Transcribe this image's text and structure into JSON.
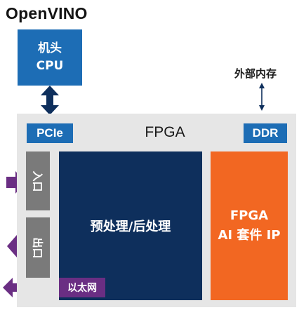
{
  "logo": "OpenVINO",
  "host": {
    "line1": "机头",
    "line2": "CPU"
  },
  "external_memory": "外部内存",
  "fpga": {
    "title": "FPGA",
    "pcie": "PCIe",
    "ddr": "DDR",
    "port_in": "入口",
    "port_out": "出口",
    "preprocess": "预处理/后处理",
    "ai_ip": {
      "line1": "FPGA",
      "line2": "AI 套件 IP"
    },
    "ethernet": "以太网"
  },
  "colors": {
    "blue": "#1d6db5",
    "navy": "#0e2f5c",
    "orange": "#f26722",
    "purple": "#6a2e83",
    "gray": "#7a7a7a",
    "board": "#e6e6e6"
  }
}
